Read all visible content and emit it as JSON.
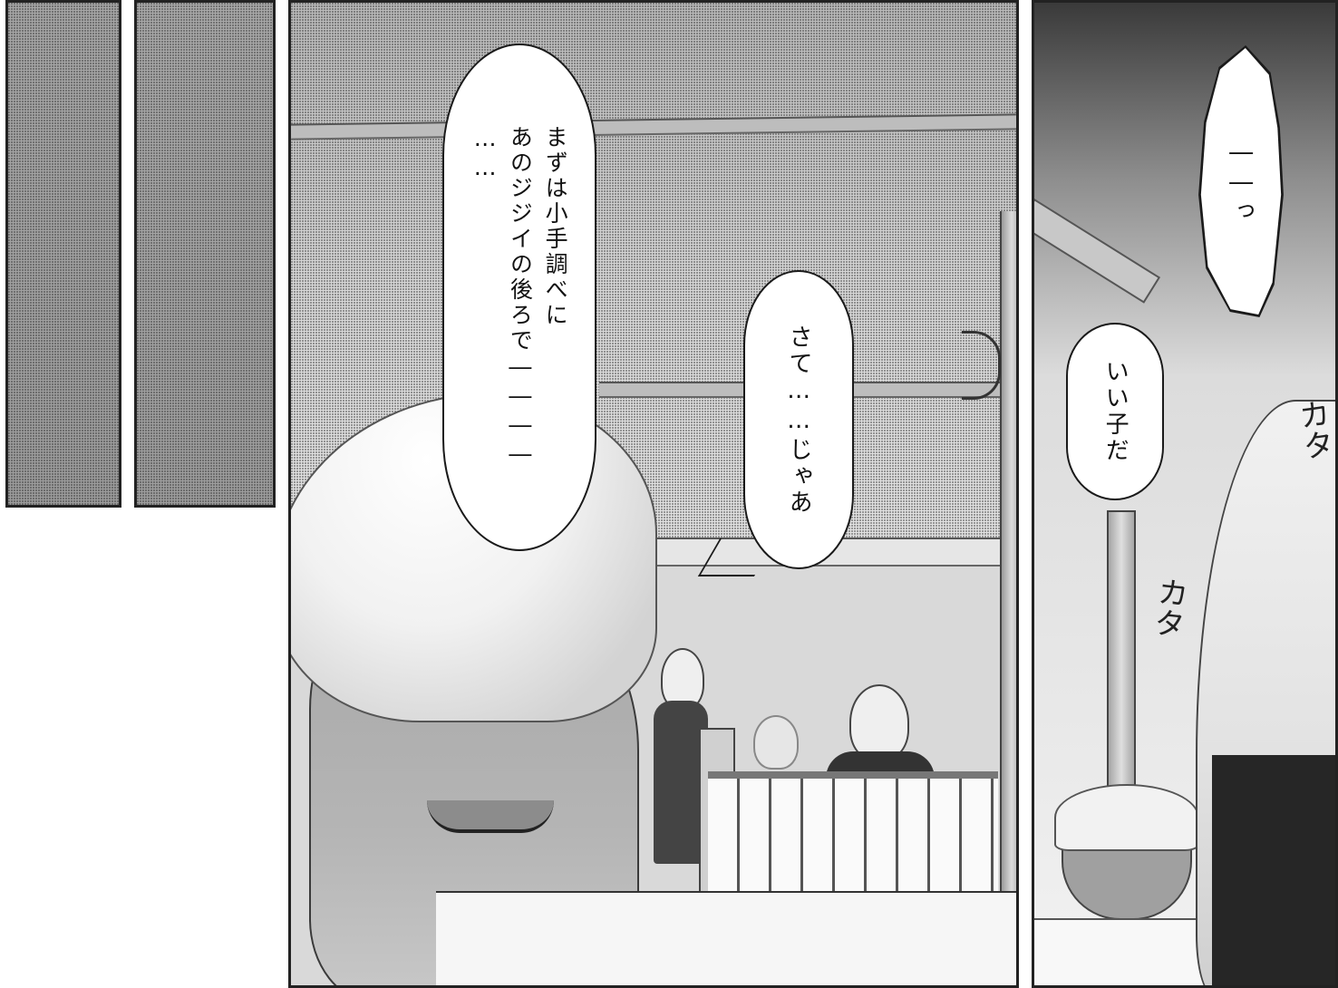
{
  "panels": {
    "main": {
      "speech_bubbles": [
        {
          "text": "まずは小手調べに\nあのジジイの後ろで――――\n……"
        },
        {
          "text": "さて……じゃあ"
        }
      ]
    },
    "right": {
      "speech_bubbles": [
        {
          "text": "――っ"
        },
        {
          "text": "いい子だ"
        }
      ],
      "sound_effects": [
        "カタ",
        "カタ"
      ]
    }
  },
  "colors": {
    "ink": "#1a1a1a",
    "paper": "#ffffff",
    "screentone": "#a5a5a5"
  },
  "icons": [
    "speech-bubble",
    "sound-effect"
  ]
}
